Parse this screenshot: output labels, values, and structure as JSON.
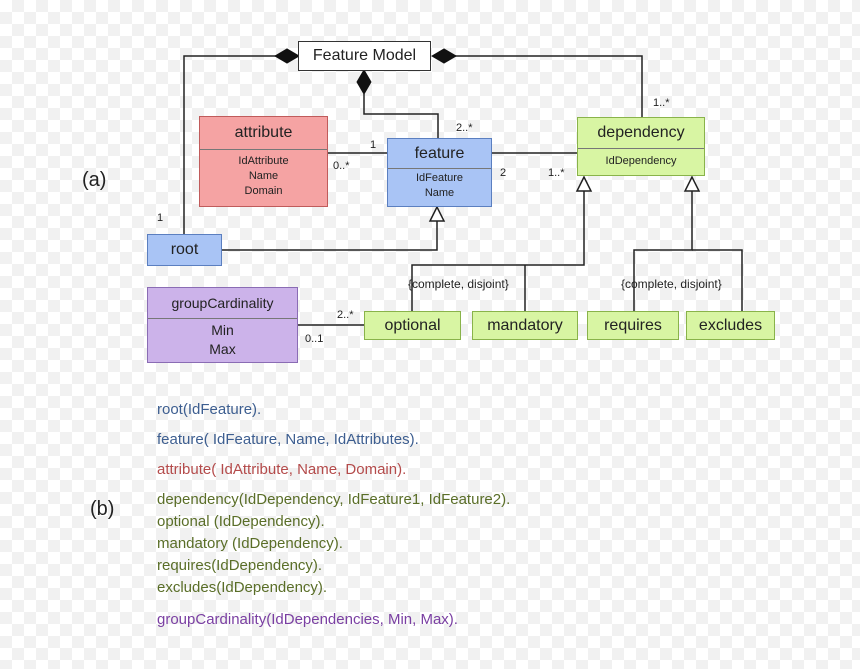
{
  "labels": {
    "part_a": "(a)",
    "part_b": "(b)"
  },
  "classes": {
    "feature_model": {
      "name": "Feature Model"
    },
    "attribute": {
      "name": "attribute",
      "attributes": [
        "IdAttribute",
        "Name",
        "Domain"
      ]
    },
    "feature": {
      "name": "feature",
      "attributes": [
        "IdFeature",
        "Name"
      ]
    },
    "dependency": {
      "name": "dependency",
      "attributes": [
        "IdDependency"
      ]
    },
    "root": {
      "name": "root"
    },
    "group_cardinality": {
      "name": "groupCardinality",
      "attributes": [
        "Min",
        "Max"
      ]
    },
    "optional": {
      "name": "optional"
    },
    "mandatory": {
      "name": "mandatory"
    },
    "requires": {
      "name": "requires"
    },
    "excludes": {
      "name": "excludes"
    }
  },
  "multiplicities": {
    "root_model": "1",
    "feature_model": "2..*",
    "dependency_model": "1..*",
    "attribute_feature": "1",
    "attribute_many": "0..*",
    "feature_dependency": "2",
    "dependency_feature": "1..*",
    "group_optional": "2..*",
    "group_card": "0..1"
  },
  "constraints": {
    "feature_generalization": "{complete, disjoint}",
    "dependency_generalization": "{complete, disjoint}"
  },
  "colors": {
    "feature": "#a9c4f5",
    "attribute": "#f5a3a3",
    "dependency": "#d8f5a3",
    "group_cardinality": "#ccb3ea"
  },
  "prolog": {
    "root": "root(IdFeature).",
    "feature": "feature( IdFeature, Name, IdAttributes).",
    "attribute": "attribute( IdAttribute, Name, Domain).",
    "dependency": "dependency(IdDependency, IdFeature1, IdFeature2).",
    "optional": "optional (IdDependency).",
    "mandatory": "mandatory (IdDependency).",
    "requires": "requires(IdDependency).",
    "excludes": "excludes(IdDependency).",
    "group_cardinality": "groupCardinality(IdDependencies, Min, Max)."
  }
}
